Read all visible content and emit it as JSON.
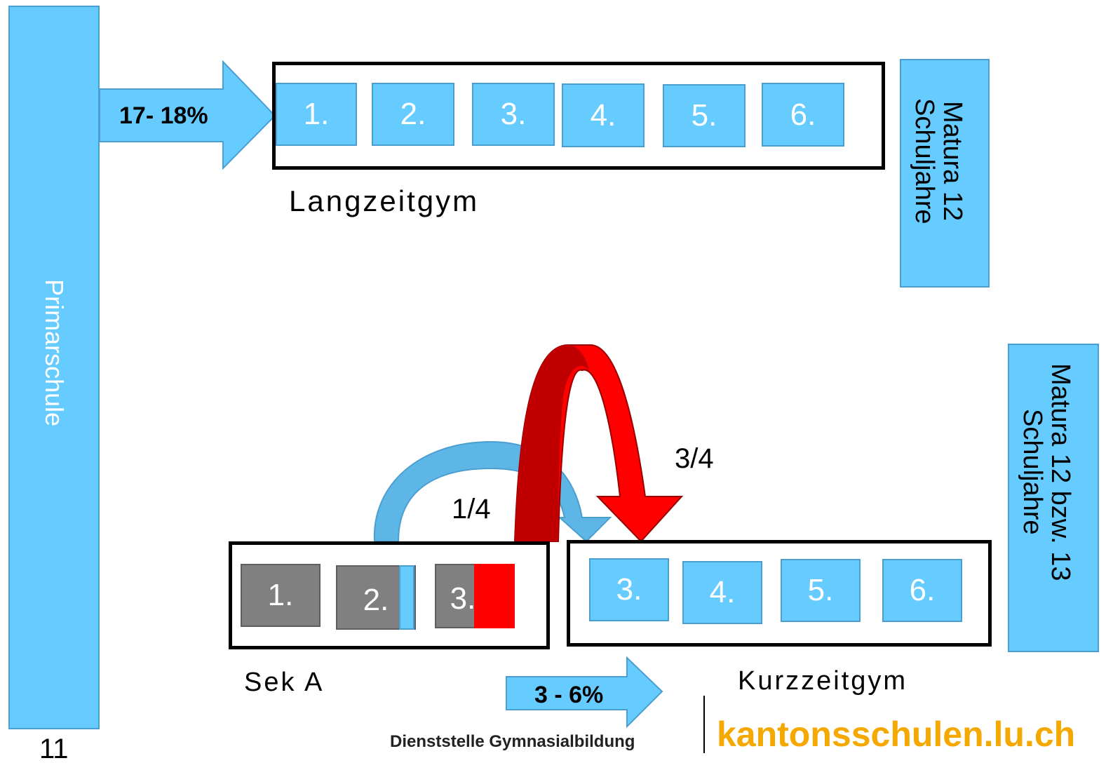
{
  "primarschule": {
    "label": "Primarschule"
  },
  "langzeit": {
    "percent": "17- 18%",
    "years": [
      "1.",
      "2.",
      "3.",
      "4.",
      "5.",
      "6."
    ],
    "label": "Langzeitgym",
    "matura": [
      "Matura 12",
      "Schuljahre"
    ]
  },
  "seka": {
    "years": [
      "1.",
      "2.",
      "3."
    ],
    "label": "Sek A"
  },
  "kurzzeit": {
    "years": [
      "3.",
      "4.",
      "5.",
      "6."
    ],
    "label": "Kurzzeitgym",
    "percent": "3 - 6%",
    "matura": [
      "Matura 12 bzw. 13",
      "Schuljahre"
    ]
  },
  "arrows": {
    "blue_fraction": "1/4",
    "red_fraction": "3/4"
  },
  "footer": {
    "department": "Dienststelle Gymnasialbildung",
    "brand": "kantonsschulen.lu.ch",
    "page_number": "11"
  },
  "colors": {
    "cyan": "#66ccff",
    "grey": "#808080",
    "red": "#ff0000",
    "dark_red": "#c00000",
    "brand_orange": "#f5a800"
  }
}
